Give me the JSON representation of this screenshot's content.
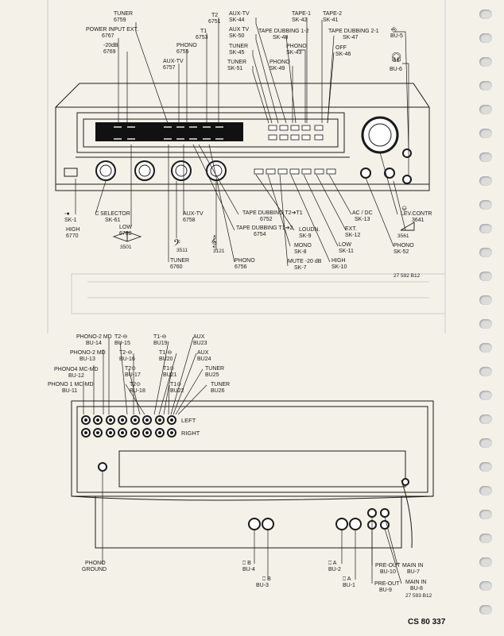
{
  "top_labels": {
    "tuner_6759": [
      "TUNER",
      "6759"
    ],
    "power_input_ext_6767": [
      "POWER INPUT EXT.",
      "6767"
    ],
    "minus20db_6769": [
      "-20dB",
      "6769"
    ],
    "phono_6755": [
      "PHONO",
      "6755"
    ],
    "auxtv_6757": [
      "AUX-TV",
      "6757"
    ],
    "t1_6753": [
      "T1",
      "6753"
    ],
    "t2_6751": [
      "T2",
      "6751"
    ],
    "auxtv_sk44": [
      "AUX-TV",
      "SK-44"
    ],
    "auxtv_sk50": [
      "AUX TV",
      "SK-50"
    ],
    "tuner_sk45": [
      "TUNER",
      "SK-45"
    ],
    "tuner_sk51": [
      "TUNER",
      "SK-51"
    ],
    "tape1_sk42": [
      "TAPE-1",
      "SK-42"
    ],
    "tape2_sk41": [
      "TAPE-2",
      "SK-41"
    ],
    "tape_dubbing_12_sk48": [
      "TAPE DUBBING 1-2",
      "SK-48"
    ],
    "tape_dubbing_21_sk47": [
      "TAPE DUBBING 2-1",
      "SK-47"
    ],
    "phono_sk43": [
      "PHONO",
      "SK-43"
    ],
    "phono_sk49": [
      "PHONO",
      "SK-49"
    ],
    "off_sk46": [
      "OFF",
      "SK-46"
    ],
    "bu5": "BU-5",
    "bu6": "BU-6"
  },
  "front_bottom_labels": {
    "sk1": "SK-1",
    "high_6770": [
      "HIGH",
      "6770"
    ],
    "selector_sk61": [
      "SELECTOR",
      "SK-61"
    ],
    "low_6768": [
      "LOW",
      "6768"
    ],
    "ref_3501": "3501",
    "auxtv_6758": [
      "AUX-TV",
      "6758"
    ],
    "ref_3511": "3511",
    "tuner_6760": [
      "TUNER",
      "6760"
    ],
    "tape_dubbing_t2t1": [
      "TAPE DUBBING T2➔T1",
      "6752"
    ],
    "tape_dubbing_t1t2": [
      "TAPE DUBBING T1➔2",
      "6754"
    ],
    "ref_3121": "3121",
    "phono_6756": [
      "PHONO",
      "6756"
    ],
    "loudn_sk9": [
      "LOUDN.",
      "SK-9"
    ],
    "mono_sk8": [
      "MONO",
      "SK-8"
    ],
    "mute_sk7": [
      "MUTE -20 dB",
      "SK-7"
    ],
    "high_sk10": [
      "HIGH",
      "SK-10"
    ],
    "low_sk11": [
      "LOW",
      "SK-11"
    ],
    "ext_sk12": [
      "EXT.",
      "SK-12"
    ],
    "acdc_sk13": [
      "AC / DC",
      "SK-13"
    ],
    "levcontr_3641": [
      "LEV.CONTR",
      "3641"
    ],
    "ref_3561": "3561",
    "phono_sk52": [
      "PHONO",
      "SK-52"
    ],
    "ref_27592812": "27 592 B12"
  },
  "rear_labels": {
    "phono2_md_bu14": [
      "PHONO-2 MD",
      "BU-14"
    ],
    "t2_bu15": [
      "T2-",
      "BU-15"
    ],
    "t1_bu19": [
      "T1-",
      "BU19"
    ],
    "aux_bu23": [
      "AUX",
      "BU23"
    ],
    "phono2_md_bu13": [
      "PHONO-2 MD",
      "BU-13"
    ],
    "t2_bu16": [
      "T2-",
      "BU-16"
    ],
    "t1_bu20": [
      "T1-",
      "BU20"
    ],
    "aux_bu24": [
      "AUX",
      "BU24"
    ],
    "phono4_mcmd_bu12": [
      "PHONO4 MC-MD",
      "BU-12"
    ],
    "t2_bu17": [
      "T2",
      "BU-17"
    ],
    "t1_bu21": [
      "T1",
      "BU21"
    ],
    "tuner_bu25": [
      "TUNER",
      "BU25"
    ],
    "phono1_mcmd_bu11": [
      "PHONO 1 MC-MD",
      "BU-11"
    ],
    "t2_bu18": [
      "T2",
      "BU-18"
    ],
    "t1_bu22": [
      "T1",
      "BU22"
    ],
    "tuner_bu26": [
      "TUNER",
      "BU26"
    ],
    "left": "LEFT",
    "right": "RIGHT",
    "phono_ground": [
      "PHONO",
      "GROUND"
    ],
    "b_bu4": [
      "B",
      "BU-4"
    ],
    "b_bu3": [
      "B",
      "BU-3"
    ],
    "a_bu2": [
      "A",
      "BU-2"
    ],
    "a_bu1": [
      "A",
      "BU-1"
    ],
    "preout_bu10": [
      "PRE-OUT",
      "BU-10"
    ],
    "preout_bu9": [
      "PRE-OUT",
      "BU-9"
    ],
    "mainin_bu7": [
      "MAIN IN",
      "BU-7"
    ],
    "mainin_bu8": [
      "MAIN IN",
      "BU-8"
    ],
    "ref_27593812": "27 593 B12"
  },
  "document_number": "CS 80 337"
}
